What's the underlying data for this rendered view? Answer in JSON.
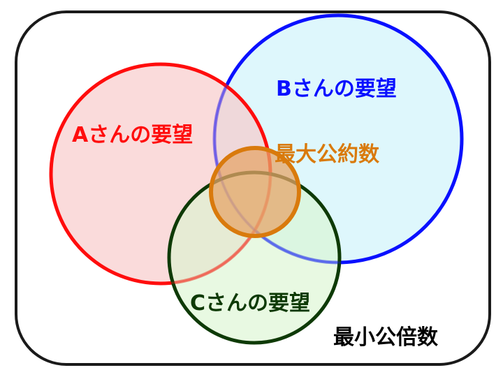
{
  "labels": {
    "a_request": "Aさんの要望",
    "b_request": "Bさんの要望",
    "c_request": "Cさんの要望",
    "gcd": "最大公約数",
    "lcm": "最小公倍数"
  },
  "colors": {
    "frame": "#1a1a1a",
    "a_stroke": "#ff0d0d",
    "a_fill": "#f7c8c8",
    "b_stroke": "#0a10ff",
    "b_fill": "#d8f6fb",
    "c_stroke": "#0e3a06",
    "c_fill": "#d9f5cf",
    "gcd_stroke": "#d97a0c",
    "gcd_fill": "#e6a66a",
    "text_black": "#000000"
  }
}
